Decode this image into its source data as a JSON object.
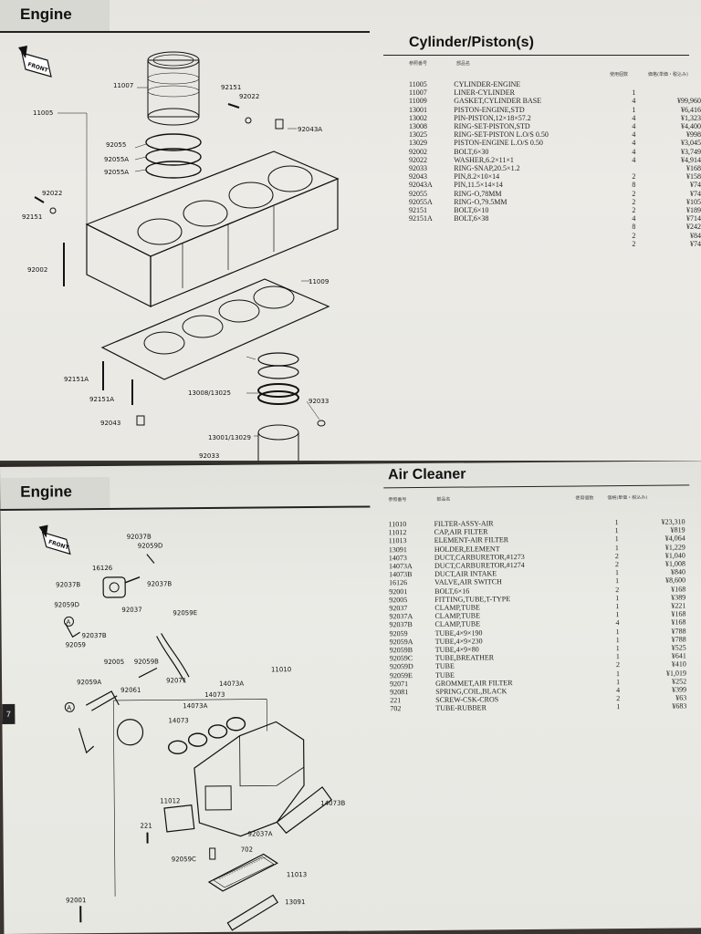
{
  "top_page": {
    "header": "Engine",
    "section_title": "Cylinder/Piston(s)",
    "columns": {
      "ref_no": "参照番号",
      "part_name": "部品名",
      "qty": "使用個数",
      "price": "価格(単価・税込み)"
    },
    "parts": [
      {
        "no": "11005",
        "name": "CYLINDER-ENGINE",
        "qty": "",
        "price": ""
      },
      {
        "no": "11007",
        "name": "LINER-CYLINDER",
        "qty": "1",
        "price": ""
      },
      {
        "no": "11009",
        "name": "GASKET,CYLINDER BASE",
        "qty": "4",
        "price": "¥99,960"
      },
      {
        "no": "13001",
        "name": "PISTON-ENGINE,STD",
        "qty": "1",
        "price": "¥6,416"
      },
      {
        "no": "13002",
        "name": "PIN-PISTON,12×18×57.2",
        "qty": "4",
        "price": "¥1,323"
      },
      {
        "no": "13008",
        "name": "RING-SET-PISTON,STD",
        "qty": "4",
        "price": "¥4,400"
      },
      {
        "no": "13025",
        "name": "RING-SET-PISTON L.O/S 0.50",
        "qty": "4",
        "price": "¥998"
      },
      {
        "no": "13029",
        "name": "PISTON-ENGINE L.O/S 0.50",
        "qty": "4",
        "price": "¥3,045"
      },
      {
        "no": "92002",
        "name": "BOLT,6×30",
        "qty": "4",
        "price": "¥3,749"
      },
      {
        "no": "92022",
        "name": "WASHER,6.2×11×1",
        "qty": "4",
        "price": "¥4,914"
      },
      {
        "no": "92033",
        "name": "RING-SNAP,20.5×1.2",
        "qty": "",
        "price": "¥168"
      },
      {
        "no": "92043",
        "name": "PIN,8.2×10×14",
        "qty": "2",
        "price": "¥158"
      },
      {
        "no": "92043A",
        "name": "PIN,11.5×14×14",
        "qty": "8",
        "price": "¥74"
      },
      {
        "no": "92055",
        "name": "RING-O,78MM",
        "qty": "2",
        "price": "¥74"
      },
      {
        "no": "92055A",
        "name": "RING-O,79.5MM",
        "qty": "2",
        "price": "¥105"
      },
      {
        "no": "92151",
        "name": "BOLT,6×10",
        "qty": "2",
        "price": "¥189"
      },
      {
        "no": "92151A",
        "name": "BOLT,6×38",
        "qty": "4",
        "price": "¥714"
      },
      {
        "no": "",
        "name": "",
        "qty": "8",
        "price": "¥242"
      },
      {
        "no": "",
        "name": "",
        "qty": "2",
        "price": "¥84"
      },
      {
        "no": "",
        "name": "",
        "qty": "2",
        "price": "¥74"
      }
    ],
    "diagram_labels": {
      "front": "FRONT",
      "l11005": "11005",
      "l11007": "11007",
      "l11009": "11009",
      "l92151": "92151",
      "l92022a": "92022",
      "l92022b": "92022",
      "l92043A": "92043A",
      "l92055": "92055",
      "l92055A1": "92055A",
      "l92055A2": "92055A",
      "l92151b": "92151",
      "l92002": "92002",
      "l92151A1": "92151A",
      "l92151A2": "92151A",
      "l13008": "13008/13025",
      "l92033": "92033",
      "l92043": "92043",
      "l13001": "13001/13029",
      "l92033b": "92033"
    }
  },
  "bottom_page": {
    "header": "Engine",
    "section_title": "Air Cleaner",
    "page_tab": "7",
    "columns": {
      "ref_no": "参照番号",
      "part_name": "部品名",
      "qty": "使用個数",
      "price": "価格(単価・税込み)"
    },
    "parts": [
      {
        "no": "11010",
        "name": "FILTER-ASSY-AIR",
        "qty": "1",
        "price": "¥23,310"
      },
      {
        "no": "11012",
        "name": "CAP,AIR FILTER",
        "qty": "1",
        "price": "¥819"
      },
      {
        "no": "11013",
        "name": "ELEMENT-AIR FILTER",
        "qty": "1",
        "price": "¥4,064"
      },
      {
        "no": "13091",
        "name": "HOLDER,ELEMENT",
        "qty": "1",
        "price": "¥1,229"
      },
      {
        "no": "14073",
        "name": "DUCT,CARBURETOR,#1273",
        "qty": "2",
        "price": "¥1,040"
      },
      {
        "no": "14073A",
        "name": "DUCT,CARBURETOR,#1274",
        "qty": "2",
        "price": "¥1,008"
      },
      {
        "no": "14073B",
        "name": "DUCT,AIR INTAKE",
        "qty": "1",
        "price": "¥840"
      },
      {
        "no": "16126",
        "name": "VALVE,AIR SWITCH",
        "qty": "1",
        "price": "¥8,600"
      },
      {
        "no": "92001",
        "name": "BOLT,6×16",
        "qty": "2",
        "price": "¥168"
      },
      {
        "no": "92005",
        "name": "FITTING,TUBE,T-TYPE",
        "qty": "1",
        "price": "¥389"
      },
      {
        "no": "92037",
        "name": "CLAMP,TUBE",
        "qty": "1",
        "price": "¥221"
      },
      {
        "no": "92037A",
        "name": "CLAMP,TUBE",
        "qty": "1",
        "price": "¥168"
      },
      {
        "no": "92037B",
        "name": "CLAMP,TUBE",
        "qty": "4",
        "price": "¥168"
      },
      {
        "no": "92059",
        "name": "TUBE,4×9×190",
        "qty": "1",
        "price": "¥788"
      },
      {
        "no": "92059A",
        "name": "TUBE,4×9×230",
        "qty": "1",
        "price": "¥788"
      },
      {
        "no": "92059B",
        "name": "TUBE,4×9×80",
        "qty": "1",
        "price": "¥525"
      },
      {
        "no": "92059C",
        "name": "TUBE,BREATHER",
        "qty": "1",
        "price": "¥641"
      },
      {
        "no": "92059D",
        "name": "TUBE",
        "qty": "2",
        "price": "¥410"
      },
      {
        "no": "92059E",
        "name": "TUBE",
        "qty": "1",
        "price": "¥1,019"
      },
      {
        "no": "92071",
        "name": "GROMMET,AIR FILTER",
        "qty": "1",
        "price": "¥252"
      },
      {
        "no": "92081",
        "name": "SPRING,COIL,BLACK",
        "qty": "4",
        "price": "¥399"
      },
      {
        "no": "221",
        "name": "SCREW-CSK-CROS",
        "qty": "2",
        "price": "¥63"
      },
      {
        "no": "702",
        "name": "TUBE-RUBBER",
        "qty": "1",
        "price": "¥683"
      }
    ],
    "diagram_labels": {
      "front": "FRONT",
      "l92037B1": "92037B",
      "l92059D": "92059D",
      "l16126": "16126",
      "l92037B2": "92037B",
      "l92037B3": "92037B",
      "l92059D2": "92059D",
      "l92037": "92037",
      "l92059E": "92059E",
      "l92037B4": "92037B",
      "l92059": "92059",
      "l92005": "92005",
      "l92059B": "92059B",
      "l92059A": "92059A",
      "l92061": "92061",
      "l92071": "92071",
      "l14073A": "14073A",
      "l14073": "14073",
      "l14073A2": "14073A",
      "l14073b": "14073",
      "l11010": "11010",
      "l14073B": "14073B",
      "l11012": "11012",
      "l221": "221",
      "l92037A": "92037A",
      "l92059C": "92059C",
      "l702": "702",
      "l11013": "11013",
      "l13091": "13091",
      "l92001": "92001",
      "circle_a": "A"
    }
  }
}
